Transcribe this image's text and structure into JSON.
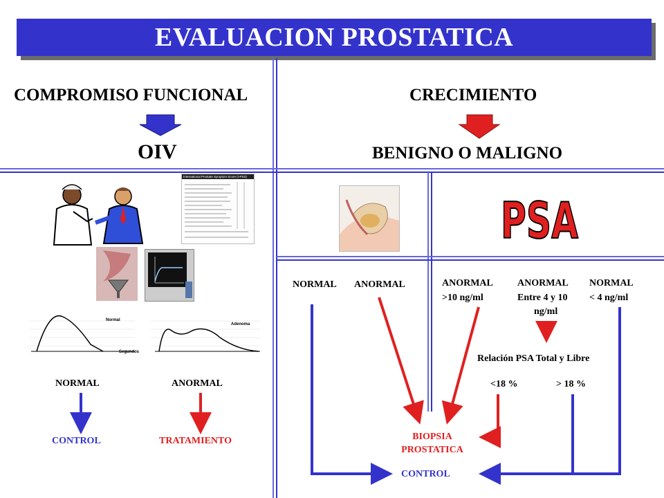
{
  "title": "EVALUACION PROSTATICA",
  "left": {
    "heading": "COMPROMISO FUNCIONAL",
    "result": "OIV",
    "normal_label": "NORMAL",
    "abnormal_label": "ANORMAL",
    "control_label": "CONTROL",
    "treatment_label": "TRATAMIENTO",
    "chart_normal_label": "Normal",
    "chart_adenoma_label": "Adenoma",
    "chart_axis_label": "Segundos",
    "ipss_title": "International Prostate Symptom Score (I-PSS)"
  },
  "right": {
    "heading": "CRECIMIENTO",
    "result": "BENIGNO O MALIGNO",
    "psa_label": "PSA",
    "normal_label": "NORMAL",
    "abnormal_label": "ANORMAL",
    "abnormal_gt10": "ANORMAL",
    "abnormal_gt10_value": ">10 ng/ml",
    "abnormal_4_10": "ANORMAL",
    "abnormal_4_10_value": "Entre 4 y 10",
    "abnormal_4_10_unit": "ng/ml",
    "normal_lt4": "NORMAL",
    "normal_lt4_value": "< 4 ng/ml",
    "ratio_label": "Relación PSA Total y Libre",
    "ratio_low": "<18 %",
    "ratio_high": "> 18 %",
    "biopsy_line1": "BIOPSIA",
    "biopsy_line2": "PROSTATICA",
    "control_label": "CONTROL"
  },
  "colors": {
    "title_bg": "#3333cc",
    "blue_arrow": "#3333cc",
    "red_arrow": "#e02020",
    "divider": "#3333cc"
  }
}
